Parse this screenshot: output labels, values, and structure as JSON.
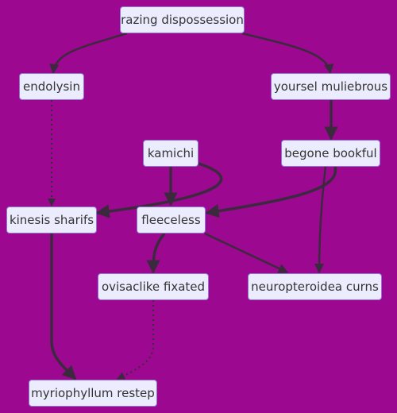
{
  "colors": {
    "background": "#9c0890",
    "node_fill": "#ececff",
    "node_border": "#9370db",
    "edge": "#3b2a3e",
    "text": "#333333"
  },
  "nodes": {
    "razing": "razing dispossession",
    "endolysin": "endolysin",
    "yoursel": "yoursel muliebrous",
    "kamichi": "kamichi",
    "begone": "begone bookful",
    "kinesis": "kinesis sharifs",
    "fleeceless": "fleeceless",
    "ovisaclike": "ovisaclike fixated",
    "neuropteroidea": "neuropteroidea curns",
    "myriophyllum": "myriophyllum restep"
  },
  "edges": [
    {
      "from": "razing",
      "to": "endolysin",
      "style": "solid"
    },
    {
      "from": "razing",
      "to": "yoursel",
      "style": "solid"
    },
    {
      "from": "endolysin",
      "to": "kinesis",
      "style": "dotted"
    },
    {
      "from": "yoursel",
      "to": "begone",
      "style": "thick"
    },
    {
      "from": "kamichi",
      "to": "kinesis",
      "style": "thick"
    },
    {
      "from": "kamichi",
      "to": "fleeceless",
      "style": "thick"
    },
    {
      "from": "begone",
      "to": "fleeceless",
      "style": "thick"
    },
    {
      "from": "begone",
      "to": "neuropteroidea",
      "style": "solid"
    },
    {
      "from": "fleeceless",
      "to": "ovisaclike",
      "style": "thick"
    },
    {
      "from": "fleeceless",
      "to": "neuropteroidea",
      "style": "solid"
    },
    {
      "from": "kinesis",
      "to": "myriophyllum",
      "style": "thick"
    },
    {
      "from": "ovisaclike",
      "to": "myriophyllum",
      "style": "dotted"
    }
  ]
}
